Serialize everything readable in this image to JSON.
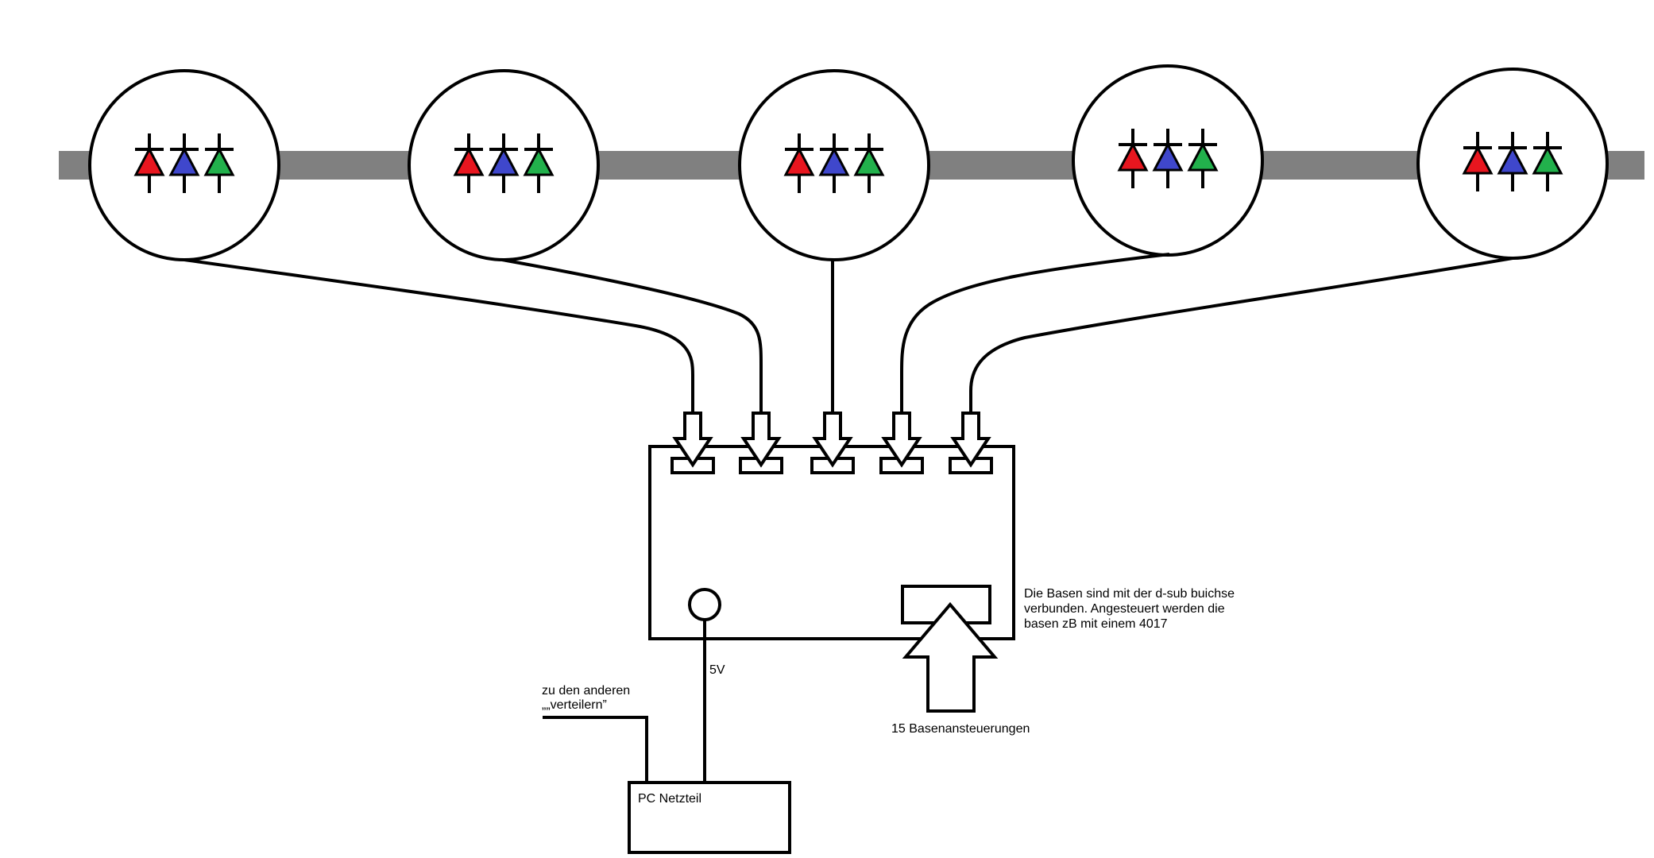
{
  "colors": {
    "background": "#ffffff",
    "stroke": "#000000",
    "rail": "#808080",
    "led_red": "#e8161f",
    "led_blue": "#3f47cc",
    "led_green": "#22b14c"
  },
  "icons": {
    "led_node": "rgb-led-triplet-icon",
    "arrow": "down-arrow-icon",
    "connector": "dc-power-jack-icon"
  },
  "bases": [
    {
      "leds": [
        "red",
        "blue",
        "green"
      ]
    },
    {
      "leds": [
        "red",
        "blue",
        "green"
      ]
    },
    {
      "leds": [
        "red",
        "blue",
        "green"
      ]
    },
    {
      "leds": [
        "red",
        "blue",
        "green"
      ]
    },
    {
      "leds": [
        "red",
        "blue",
        "green"
      ]
    }
  ],
  "labels": {
    "voltage": "5V",
    "base_control": "15 Basenansteuerungen",
    "others_line1": "zu den anderen",
    "others_line2": "„„verteilern”",
    "psu": "PC Netzteil",
    "note_line1": "Die Basen sind mit der d-sub buichse",
    "note_line2": "verbunden. Angesteuert werden die",
    "note_line3": "basen zB mit einem 4017"
  }
}
